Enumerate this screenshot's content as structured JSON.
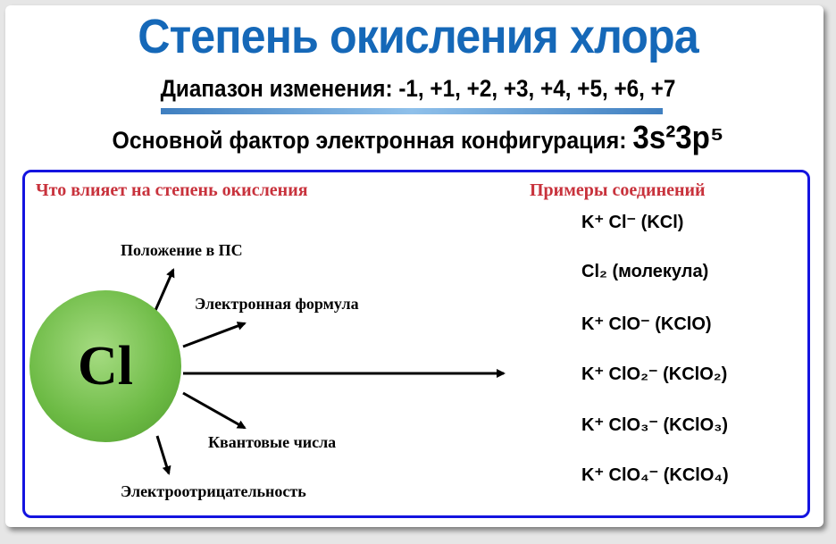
{
  "title": "Степень окисления хлора",
  "range": "Диапазон изменения: -1, +1, +2, +3, +4, +5, +6, +7",
  "factor_label": "Основной фактор электронная конфигурация:",
  "factor_config": "3s²3p⁵",
  "left_heading": "Что влияет на степень окисления",
  "right_heading": "Примеры соединений",
  "atom": "Cl",
  "factors": [
    "Положение в ПС",
    "Электронная формула",
    "Квантовые числа",
    "Электроотрицательность"
  ],
  "compounds": [
    "K⁺ Cl⁻ (KCl)",
    "Cl₂ (молекула)",
    "K⁺ ClO⁻ (KClO)",
    "K⁺ ClO₂⁻ (KClO₂)",
    "K⁺ ClO₃⁻ (KClO₃)",
    "K⁺ ClO₄⁻ (KClO₄)"
  ],
  "colors": {
    "title": "#1568b8",
    "heading": "#c8323c",
    "frame": "#1414e0",
    "atom": "#6cba44"
  }
}
